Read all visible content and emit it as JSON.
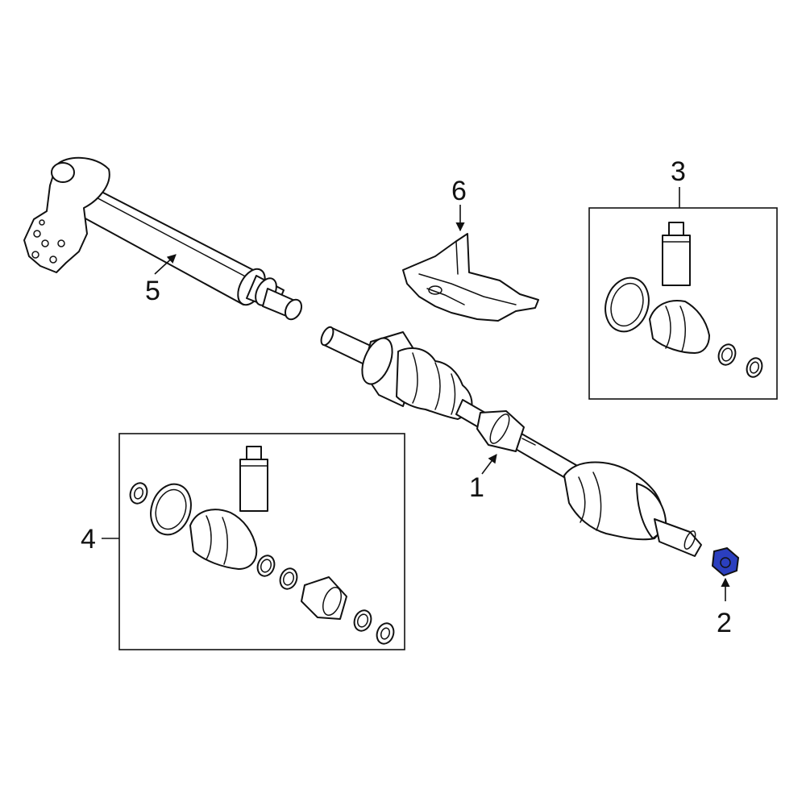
{
  "callouts": {
    "c1": "1",
    "c2": "2",
    "c3": "3",
    "c4": "4",
    "c5": "5",
    "c6": "6"
  },
  "highlight_color": "#2b3fbf",
  "line_color": "#111111",
  "background_color": "#ffffff"
}
